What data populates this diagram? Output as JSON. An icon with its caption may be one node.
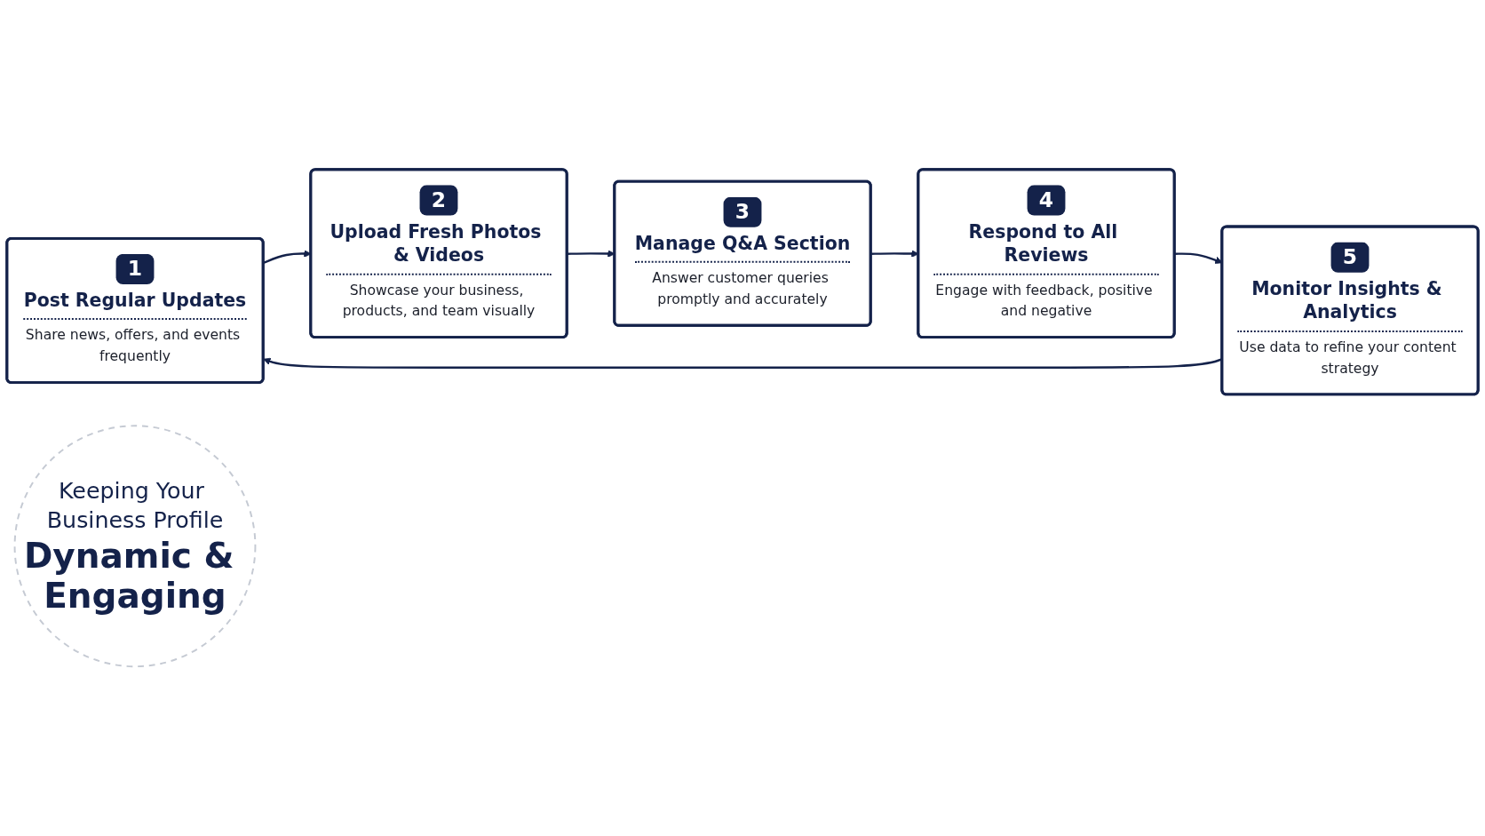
{
  "diagram": {
    "nodes": [
      {
        "text": [
          "1",
          "Post Regular Updates",
          "Share news, offers, and events frequently"
        ]
      },
      {
        "text": [
          "2",
          "Upload Fresh Photos & Videos",
          "Showcase your business, products, and team visually"
        ]
      },
      {
        "text": [
          "3",
          "Manage Q&A Section",
          "Answer customer queries promptly and accurately"
        ]
      },
      {
        "text": [
          "4",
          "Respond to All Reviews",
          "Engage with feedback, positive and negative"
        ]
      },
      {
        "text": [
          "5",
          "Monitor Insights & Analytics",
          "Use data to refine your content strategy"
        ]
      },
      {
        "text": [
          "Keeping Your Business Profile",
          "Dynamic & Engaging"
        ]
      }
    ],
    "edges": [
      {
        "from": 0,
        "to": 1,
        "arrow": "to"
      },
      {
        "from": 1,
        "to": 2,
        "arrow": "to"
      },
      {
        "from": 2,
        "to": 3,
        "arrow": "to"
      },
      {
        "from": 3,
        "to": 4,
        "arrow": "to"
      },
      {
        "from": 4,
        "to": 0,
        "arrow": "to"
      }
    ]
  }
}
